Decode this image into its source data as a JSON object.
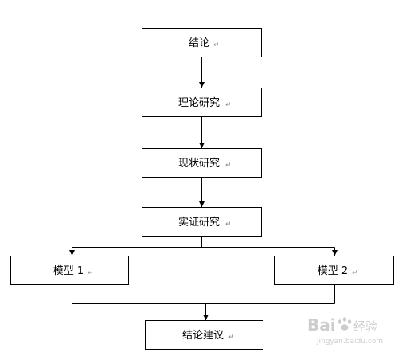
{
  "nodes": {
    "conclusion": {
      "label": "结论",
      "mark": "↵"
    },
    "theory": {
      "label": "理论研究",
      "mark": "↵"
    },
    "status": {
      "label": "现状研究",
      "mark": "↵"
    },
    "empirical": {
      "label": "实证研究",
      "mark": "↵"
    },
    "model1": {
      "label": "模型 1",
      "mark": "↵"
    },
    "model2": {
      "label": "模型 2",
      "mark": "↵"
    },
    "suggestion": {
      "label": "结论建议",
      "mark": "↵"
    }
  },
  "watermark": {
    "brand": "Bai",
    "suffix": "经验",
    "url": "jingyan.baidu.com"
  }
}
